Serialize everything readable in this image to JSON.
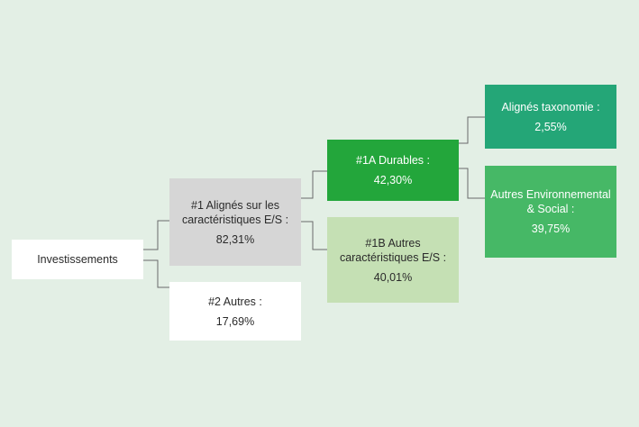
{
  "nodes": {
    "investissements": {
      "label": "Investissements"
    },
    "alignes_es": {
      "label": "#1 Alignés sur les caractéristiques E/S :",
      "value": "82,31%"
    },
    "autres": {
      "label": "#2 Autres :",
      "value": "17,69%"
    },
    "durables": {
      "label": "#1A Durables :",
      "value": "42,30%"
    },
    "autres_es": {
      "label": "#1B Autres caractéristiques E/S :",
      "value": "40,01%"
    },
    "taxonomie": {
      "label": "Alignés taxonomie :",
      "value": "2,55%"
    },
    "env_social": {
      "label": "Autres Environnemental & Social :",
      "value": "39,75%"
    }
  },
  "colors": {
    "background": "#e3efe5",
    "white": "#ffffff",
    "grey": "#d6d6d6",
    "green": "#23a63b",
    "light_green": "#c5e0b4",
    "teal": "#24a677",
    "mid_green": "#46b866",
    "connector": "#6a6a6a"
  }
}
